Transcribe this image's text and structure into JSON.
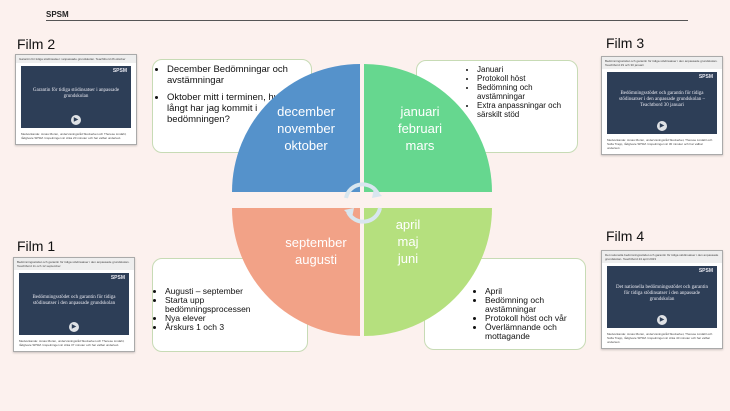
{
  "header": {
    "logo": "SPSM"
  },
  "films": [
    {
      "label": "Film 2",
      "caption": "Garantin för tidiga stödinsatser i anpassade grundskolan. Teachtbord 26 oktober",
      "title": "Garantin för tidiga stödinsatser i anpassade grundskolan",
      "brand": "SPSM",
      "desc": "Medverkande: Jonas Morén, undervisningsråd Skolverket och Therese Lindahl, rådgivare SPSM. Inspelningen är cirka 20 minuter och har valbar undertext."
    },
    {
      "label": "Film 3",
      "caption": "Bedömningsstödet och garantin för tidiga stödinsatser i den anpassade grundskolan. Teachtbord 29 och 30 januari",
      "title": "Bedömningsstödet och garantin för tidiga stödinsatser i den anpassade grundskolan – Teachtbord 30 januari",
      "brand": "SPSM",
      "desc": "Medverkande: Jonas Morén, undervisningsråd Skolverket, Therese Lindahl och Sofia Trapp, rådgivare SPSM. Inspelningen är 30 minuter och har valbar undertext."
    },
    {
      "label": "Film 1",
      "caption": "Bedömningsstödet och garantin för tidiga stödinsatser i den anpassade grundskolan. Teachtbord 11 och 12 september",
      "title": "Bedömningsstödet och garantin för tidiga stödinsatser i den anpassade grundskolan",
      "brand": "SPSM",
      "desc": "Medverkande: Jonas Morén, undervisningsråd Skolverket och Therese Lindahl, rådgivare SPSM. Inspelningen är cirka 37 minuter och har valbar undertext."
    },
    {
      "label": "Film 4",
      "caption": "Det nationella bedömningsstödet och garantin för tidiga stödinsatser i den anpassade grundskolan. Teachtbord 24 april 2023",
      "title": "Det nationella bedömningsstödet och garantin för tidiga stödinsatser i den anpassade grundskolan",
      "brand": "SPSM",
      "desc": "Medverkande: Jonas Morén, undervisningsråd Skolverket, Therese Lindahl och Sofia Trapp, rådgivare SPSM. Inspelningen är cirka 40 minuter och har valbar undertext."
    }
  ],
  "quadrants": {
    "top_left": [
      "december",
      "november",
      "oktober"
    ],
    "top_right": [
      "januari",
      "februari",
      "mars"
    ],
    "bottom_left": [
      "september",
      "augusti"
    ],
    "bottom_right": [
      "april",
      "maj",
      "juni"
    ]
  },
  "boxes": {
    "top_left": [
      "December Bedömningar och avstämningar",
      "Oktober mitt i terminen, hur långt har jag kommit i bedömningen?"
    ],
    "top_right": [
      "Januari",
      "Protokoll höst",
      "Bedömning och avstämningar",
      "Extra anpassningar och särskilt stöd"
    ],
    "bottom_left": [
      "Augusti – september",
      "Starta upp bedömningsprocessen",
      "Nya elever",
      "Årskurs 1 och 3"
    ],
    "bottom_right": [
      "April",
      "Bedömning och avstämningar",
      "Protokoll höst och vår",
      "Överlämnande och mottagande"
    ]
  },
  "colors": {
    "blue": "#5592cb",
    "green": "#66d78f",
    "salmon": "#f2a287",
    "lime": "#b5e07e"
  }
}
